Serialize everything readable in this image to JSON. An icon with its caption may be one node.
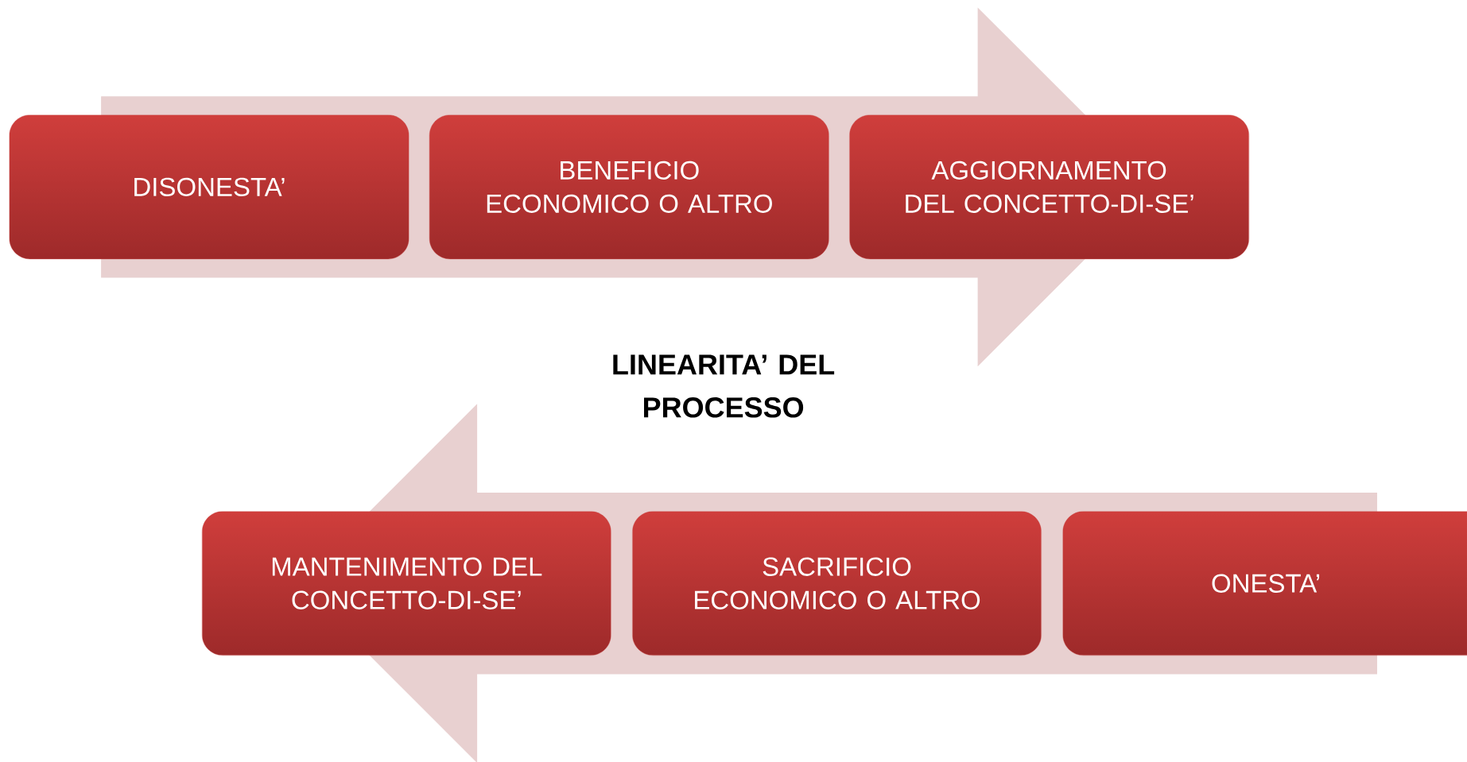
{
  "diagram": {
    "title": "LINEARITA’ DEL PROCESSO",
    "nodes": [
      {
        "text": [
          "DISONESTA’"
        ]
      },
      {
        "text": [
          "BENEFICIO ECONOMICO O ALTRO"
        ]
      },
      {
        "text": [
          "AGGIORNAMENTO DEL CONCETTO-DI-SE’"
        ]
      },
      {
        "text": [
          "MANTENIMENTO DEL CONCETTO-DI-SE’"
        ]
      },
      {
        "text": [
          "SACRIFICIO ECONOMICO O ALTRO"
        ]
      },
      {
        "text": [
          "ONESTA’"
        ]
      }
    ]
  }
}
